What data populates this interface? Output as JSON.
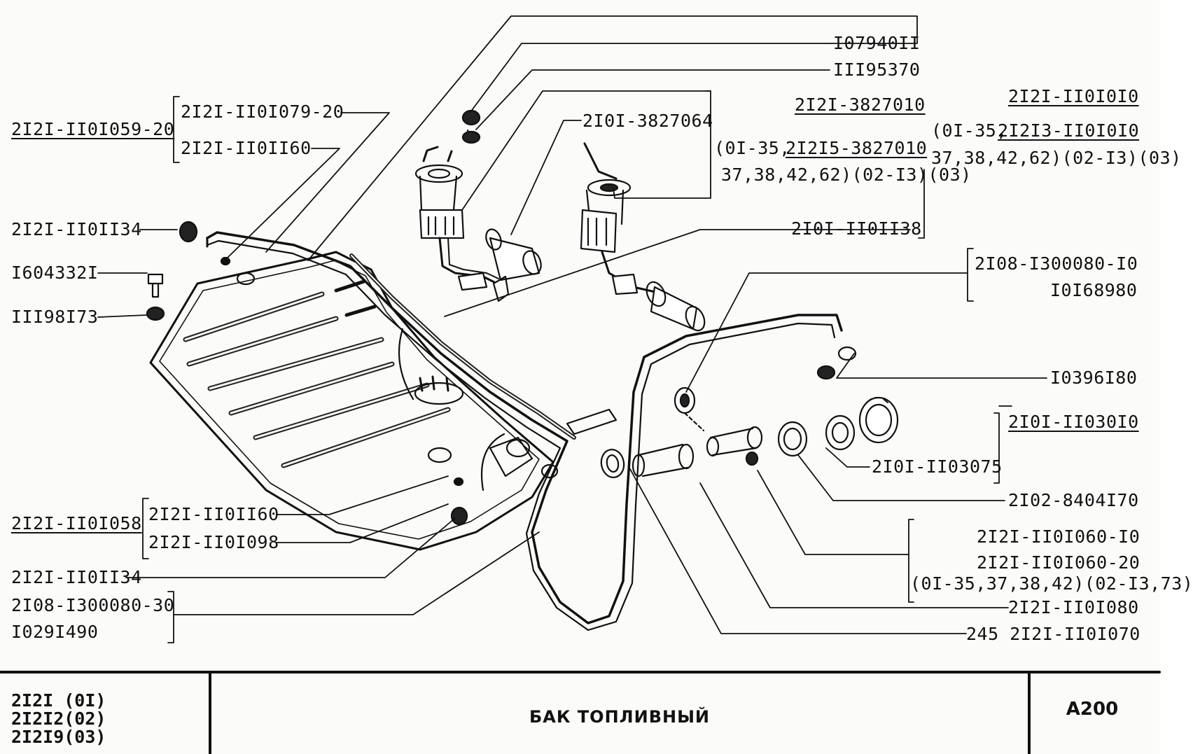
{
  "labels": {
    "l1": "2I2I-II0I059-20",
    "l2": "2I2I-II0I079-20",
    "l3": "2I2I-II0II60",
    "l4": "2I2I-II0II34",
    "l5": "I604332I",
    "l6": "III98I73",
    "l7": "2I2I-II0I058",
    "l8": "2I2I-II0II60",
    "l9": "2I2I-II0I098",
    "l10": "2I2I-II0II34",
    "l11": "2I08-I300080-30",
    "l12": "I029I490",
    "r1": "I07940II",
    "r2": "III95370",
    "r3": "2I2I-3827010",
    "r4": "2I0I-3827064",
    "r5a": "(0I-35,",
    "r5b": "2I2I5-3827010",
    "r6": "37,38,42,62)(02-I3)(03)",
    "r7": "2I2I-II0I0I0",
    "r8a": "(0I-35,",
    "r8b": "2I2I3-II0I0I0",
    "r9": "37,38,42,62)(02-I3)(03)",
    "r10": "2I0I-II0II38",
    "r11": "2I08-I300080-I0",
    "r12": "I0I68980",
    "r13": "I0396I80",
    "r14": "2I0I-II030I0",
    "r15": "2I0I-II03075",
    "r16": "2I02-8404I70",
    "r17": "2I2I-II0I060-I0",
    "r18": "2I2I-II0I060-20",
    "r19": "(0I-35,37,38,42)(02-I3,73)",
    "r20": "2I2I-II0I080",
    "r21": "245 2I2I-II0I070"
  },
  "title_block": {
    "models": [
      "2I2I (0I)",
      "2I2I2(02)",
      "2I2I9(03)"
    ],
    "title": "БАК ТОПЛИВНЫЙ",
    "code": "A200"
  }
}
